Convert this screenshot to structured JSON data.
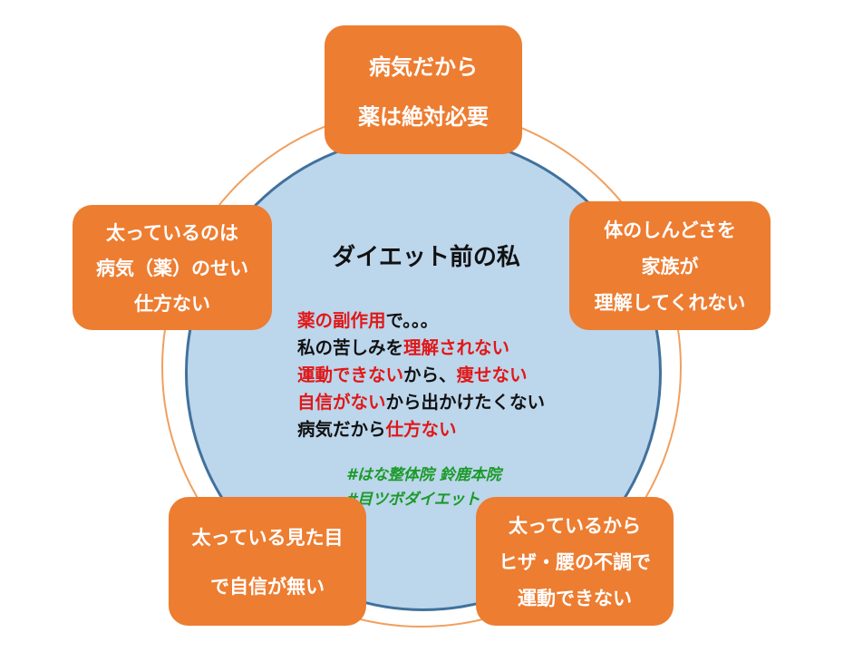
{
  "center": {
    "title": "ダイエット前の私",
    "lines": [
      {
        "a": "薬の副作用",
        "b": "で。。。",
        "c": "",
        "d": ""
      },
      {
        "a": "",
        "b": "私の苦しみを",
        "c": "理解されない",
        "d": ""
      },
      {
        "a": "運動できない",
        "b": "から、",
        "c": "痩せない",
        "d": ""
      },
      {
        "a": "自信がない",
        "b": "から出かけたくない",
        "c": "",
        "d": ""
      },
      {
        "a": "",
        "b": "病気だから",
        "c": "仕方ない",
        "d": ""
      }
    ],
    "hashtags": [
      "#はな整体院 鈴鹿本院",
      "#目ツボダイエット"
    ]
  },
  "boxes": {
    "top": [
      "病気だから",
      "薬は絶対必要"
    ],
    "right": [
      "体のしんどさを",
      "家族が",
      "理解してくれない"
    ],
    "left": [
      "太っているのは",
      "病気（薬）のせい",
      "仕方ない"
    ],
    "bottom_left": [
      "太っている見た目",
      "で自信が無い"
    ],
    "bottom_right": [
      "太っているから",
      "ヒザ・腰の不調で",
      "運動できない"
    ]
  },
  "colors": {
    "box_fill": "#ed7d31",
    "circle_fill": "#bcd6ec",
    "circle_border": "#41719c",
    "emphasis": "#e01818",
    "hashtag": "#1a9a28"
  }
}
